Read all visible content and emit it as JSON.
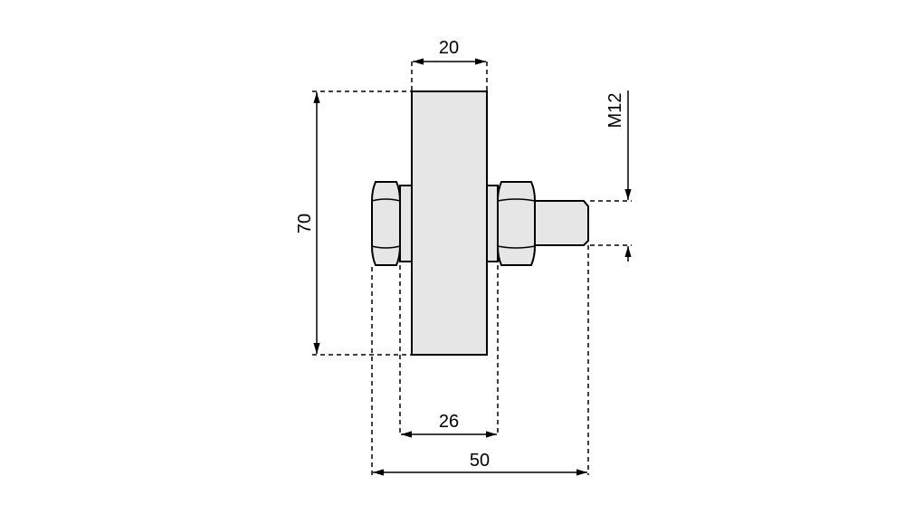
{
  "drawing": {
    "dimensions": {
      "wheel_width": "20",
      "wheel_diameter": "70",
      "thread": "M12",
      "nut_span": "26",
      "overall_length": "50"
    },
    "colors": {
      "part_fill": "#e6e6e6",
      "line": "#000000"
    }
  }
}
